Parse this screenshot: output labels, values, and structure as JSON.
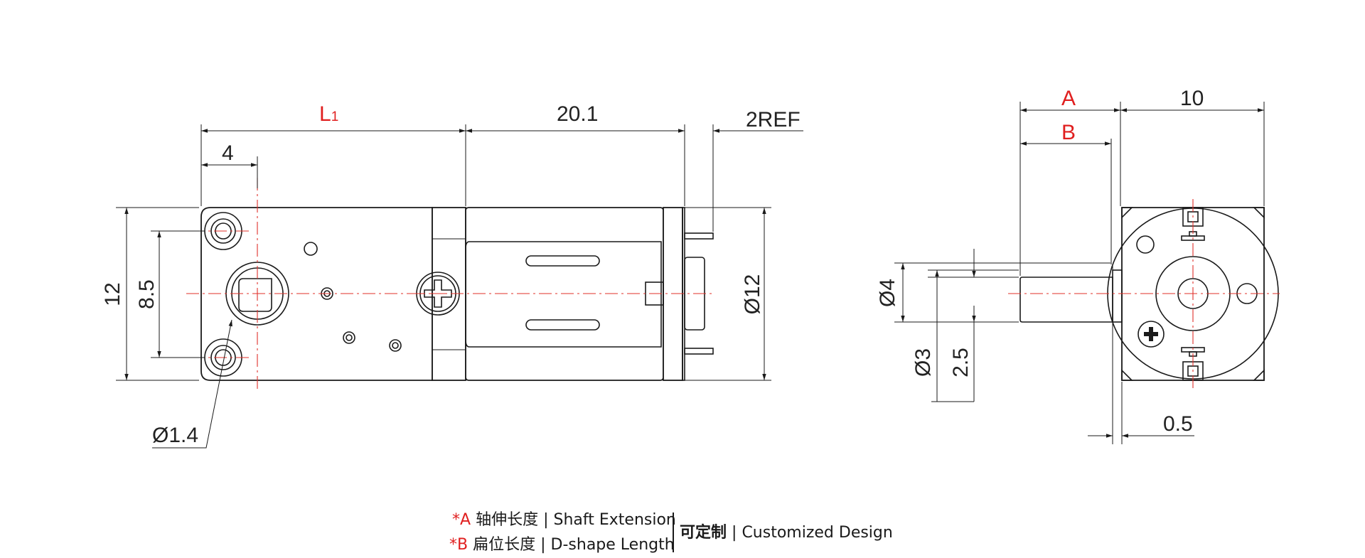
{
  "dimensions": {
    "l1_prefix": "L",
    "l1_sub": "1",
    "gear_length": "20.1",
    "ref": "2REF",
    "hole_offset": "4",
    "height": "12",
    "hole_spacing": "8.5",
    "hole_dia": "Ø1.4",
    "motor_dia": "Ø12",
    "a": "A",
    "b": "B",
    "side_width": "10",
    "shaft_dia": "Ø4",
    "d_flat": "Ø3",
    "flat_height": "2.5",
    "flange": "0.5"
  },
  "legend": {
    "a_mark": "*A",
    "a_cn": "轴伸长度",
    "a_sep": "|",
    "a_en": "Shaft Extension",
    "b_mark": "*B",
    "b_cn": "扁位长度",
    "b_sep": "|",
    "b_en": "D-shape Length",
    "custom_cn": "可定制",
    "custom_sep": "|",
    "custom_en": "Customized Design"
  },
  "colors": {
    "line": "#1a1a1a",
    "accent": "#e01f1f",
    "centerline": "#e0302a"
  }
}
